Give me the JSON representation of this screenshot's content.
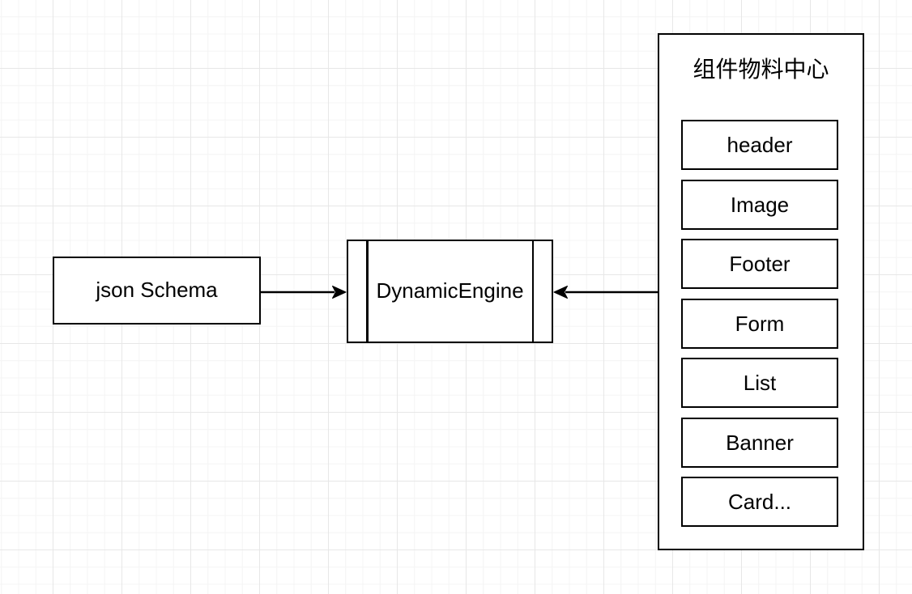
{
  "diagram": {
    "canvas": {
      "background_color": "#ffffff",
      "grid_minor_color": "#f4f4f4",
      "grid_major_color": "#e7e7e7",
      "stroke_color": "#000000",
      "text_color": "#000000"
    },
    "nodes": {
      "json_schema": {
        "label": "json Schema",
        "shape": "rectangle"
      },
      "dynamic_engine": {
        "label": "DynamicEngine",
        "shape": "process"
      },
      "material_center": {
        "title": "组件物料中心",
        "shape": "container",
        "components": [
          "header",
          "Image",
          "Footer",
          "Form",
          "List",
          "Banner",
          "Card..."
        ]
      }
    },
    "edges": [
      {
        "from": "json_schema",
        "to": "dynamic_engine",
        "arrowhead": "right"
      },
      {
        "from": "material_center",
        "to": "dynamic_engine",
        "arrowhead": "left"
      }
    ]
  }
}
